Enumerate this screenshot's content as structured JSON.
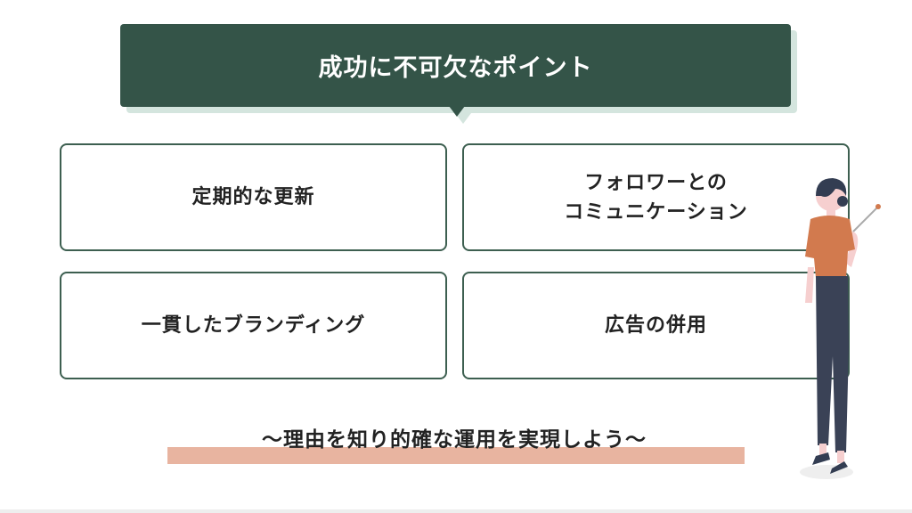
{
  "header": {
    "title": "成功に不可欠なポイント"
  },
  "cards": [
    {
      "label": "定期的な更新"
    },
    {
      "label": "フォロワーとの\nコミュニケーション"
    },
    {
      "label": "一貫したブランディング"
    },
    {
      "label": "広告の併用"
    }
  ],
  "tagline": "〜理由を知り的確な運用を実現しよう〜",
  "colors": {
    "header": "#345448",
    "header_shadow": "#d4e5de",
    "card_border": "#3d5f50",
    "highlight": "#e8b4a0",
    "shirt": "#d27a4e",
    "pants": "#3a4256"
  }
}
